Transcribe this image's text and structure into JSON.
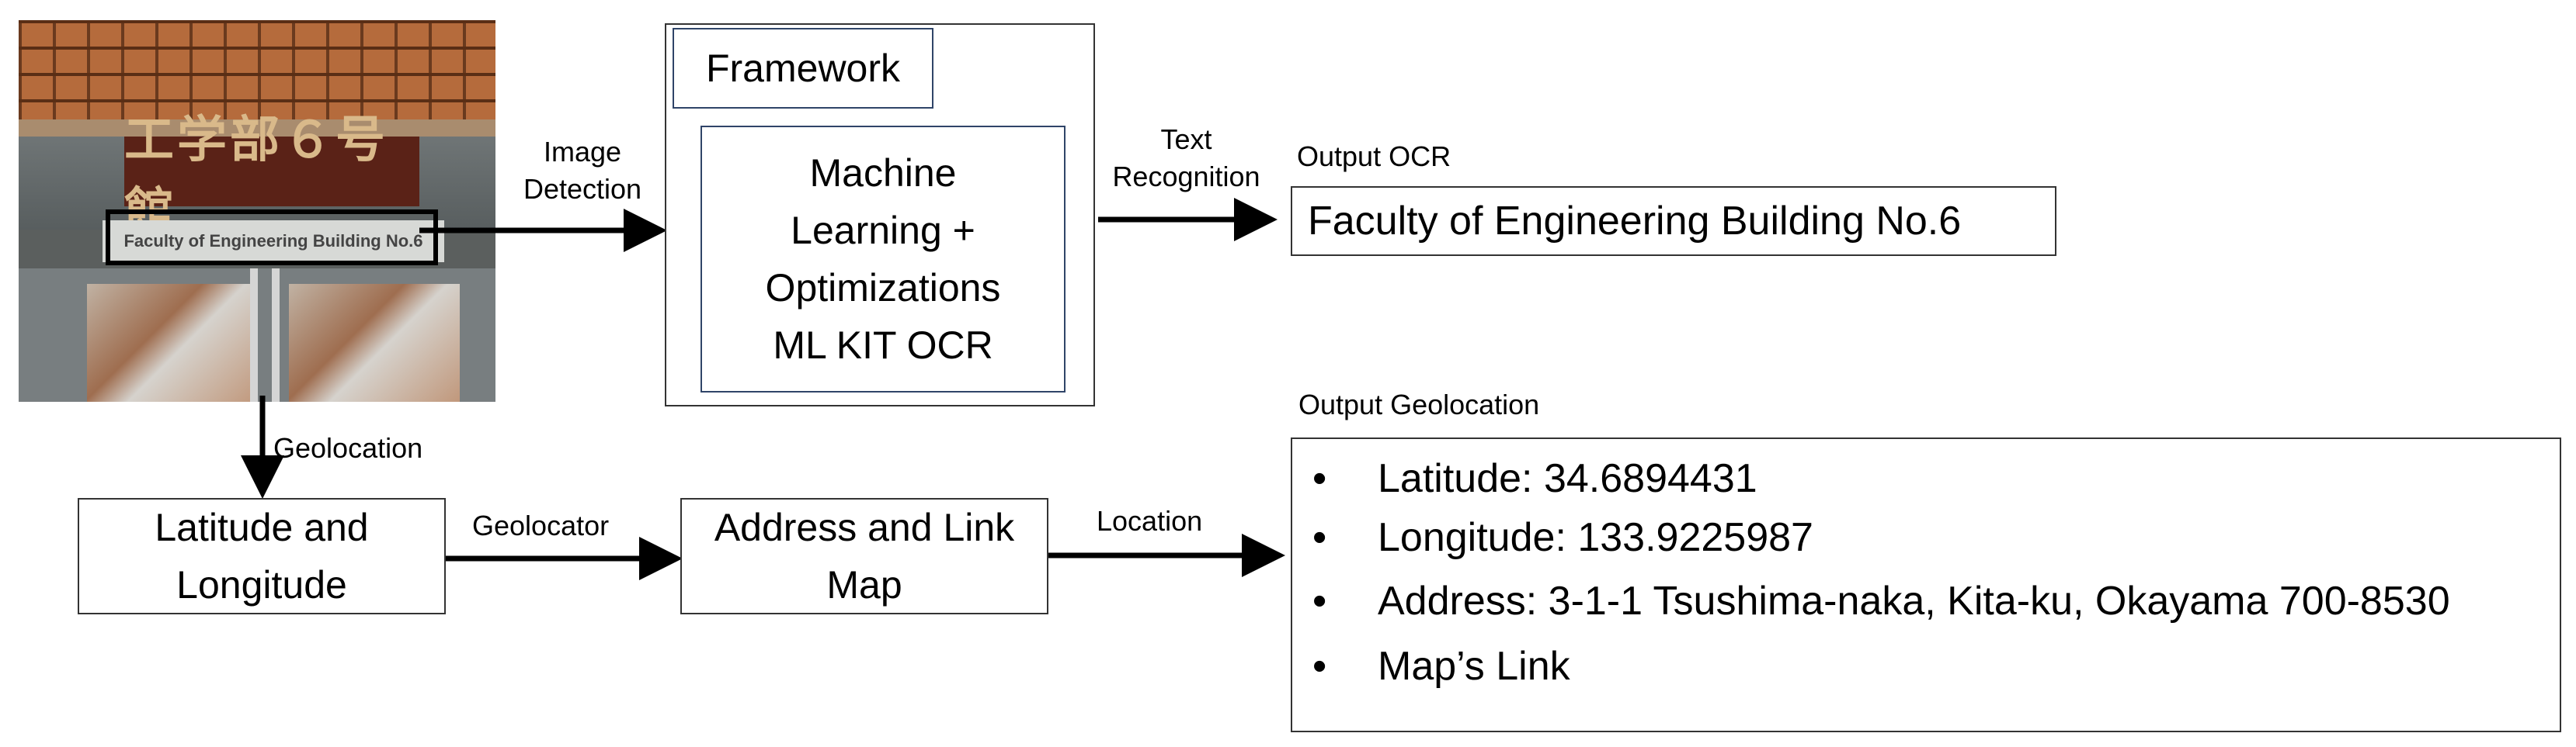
{
  "photo": {
    "sign_japanese": "工学部６号館",
    "sign_english": "Faculty of Engineering Building No.6"
  },
  "edges": {
    "image_detection": [
      "Image",
      "Detection"
    ],
    "text_recognition": [
      "Text",
      "Recognition"
    ],
    "geolocation": "Geolocation",
    "geolocator": "Geolocator",
    "location": "Location"
  },
  "framework": {
    "title": "Framework",
    "inner_lines": [
      "Machine",
      "Learning +",
      "Optimizations",
      "ML KIT OCR"
    ]
  },
  "ocr_output": {
    "label": "Output OCR",
    "text": "Faculty of Engineering Building No.6"
  },
  "latlng_box": [
    "Latitude and",
    "Longitude"
  ],
  "address_box": [
    "Address and Link",
    "Map"
  ],
  "geo_output": {
    "label": "Output Geolocation",
    "items": [
      "Latitude: 34.6894431",
      "Longitude: 133.9225987",
      "Address: 3-1-1 Tsushima-naka, Kita-ku, Okayama 700-8530",
      "Map’s Link"
    ]
  },
  "colors": {
    "box_border": "#333333",
    "framework_inner_border": "#2f4468",
    "arrow": "#000000"
  }
}
